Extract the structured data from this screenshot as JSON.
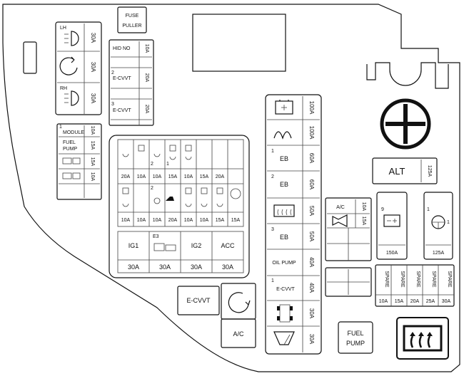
{
  "labels": {
    "fuse_puller": [
      "FUSE",
      "PULLER"
    ],
    "hid_no": "HID NO",
    "e_cvvt": "E-CVVT",
    "module": "MODULE",
    "fuel_pump": [
      "FUEL",
      "PUMP"
    ],
    "ig1": "IG1",
    "e3": "E3",
    "ig2": "IG2",
    "acc": "ACC",
    "ac": "A/C",
    "alt": "ALT",
    "eb": "EB",
    "oil_pump": "OIL PUMP",
    "spare": "SPARE",
    "lh": "LH",
    "rh": "RH",
    "num1": "1",
    "num2": "2",
    "num3": "3",
    "num9": "9"
  },
  "amps": {
    "a10": "10A",
    "a15": "15A",
    "a20": "20A",
    "a25": "25A",
    "a30": "30A",
    "a40": "40A",
    "a50": "50A",
    "a60": "60A",
    "a100": "100A",
    "a125": "125A",
    "a150": "150A"
  }
}
